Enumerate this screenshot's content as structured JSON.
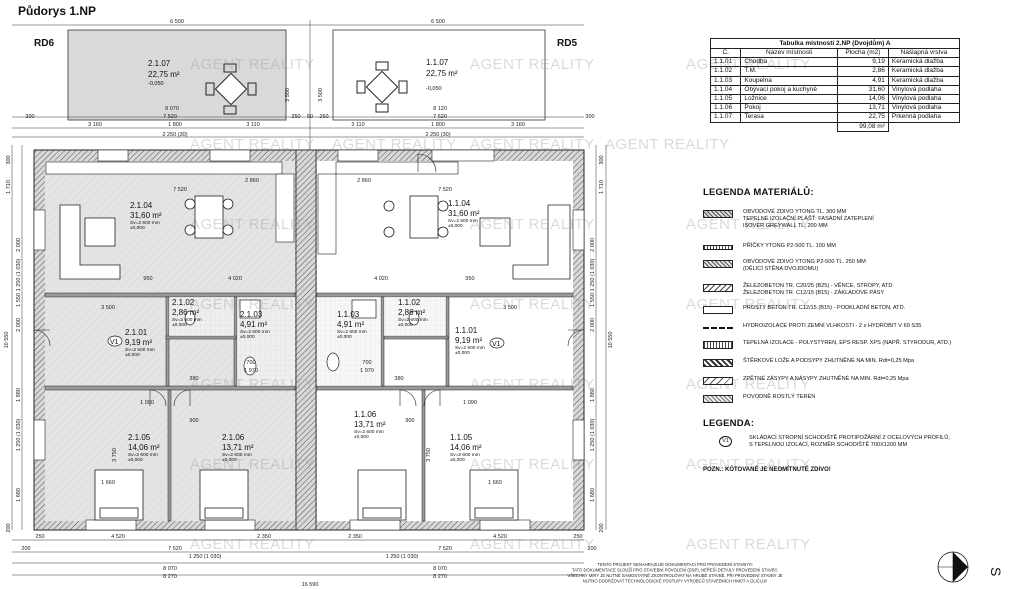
{
  "title": "Půdorys 1.NP",
  "houses": {
    "left": "RD6",
    "right": "RD5"
  },
  "watermark": "AGENT REALITY",
  "terraces": [
    {
      "id": "2.1.07",
      "area": "22,75 m²",
      "level": "-0,050"
    },
    {
      "id": "1.1.07",
      "area": "22,75 m²",
      "level": "-0,050"
    }
  ],
  "rooms": [
    {
      "id": "2.1.04",
      "area": "31,60 m²",
      "sv": "Sv=2 600 mm",
      "level": "±0,000"
    },
    {
      "id": "1.1.04",
      "area": "31,60 m²",
      "sv": "Sv=2 600 mm",
      "level": "±0,000"
    },
    {
      "id": "2.1.02",
      "area": "2,86 m²",
      "sv": "Sv=2 600 mm",
      "level": "±0,000"
    },
    {
      "id": "2.1.03",
      "area": "4,91 m²",
      "sv": "Sv=2 600 mm",
      "level": "±0,000"
    },
    {
      "id": "1.1.03",
      "area": "4,91 m²",
      "sv": "Sv=2 600 mm",
      "level": "±0,000"
    },
    {
      "id": "1.1.02",
      "area": "2,86 m²",
      "sv": "Sv=2 600 mm",
      "level": "±0,000"
    },
    {
      "id": "2.1.01",
      "area": "9,19 m²",
      "sv": "Sv=2 600 mm",
      "level": "±0,000"
    },
    {
      "id": "1.1.01",
      "area": "9,19 m²",
      "sv": "Sv=2 600 mm",
      "level": "±0,000"
    },
    {
      "id": "2.1.05",
      "area": "14,06 m²",
      "sv": "Sv=2 600 mm",
      "level": "±0,000"
    },
    {
      "id": "2.1.06",
      "area": "13,71 m²",
      "sv": "Sv=2 600 mm",
      "level": "±0,000"
    },
    {
      "id": "1.1.06",
      "area": "13,71 m²",
      "sv": "Sv=2 600 mm",
      "level": "±0,000"
    },
    {
      "id": "1.1.05",
      "area": "14,06 m²",
      "sv": "Sv=2 600 mm",
      "level": "±0,000"
    }
  ],
  "stair_tag": "V1",
  "dims_top": [
    "6 500",
    "6 500",
    "3 160",
    "1 800",
    "3 110",
    "3 110",
    "1 800",
    "3 160",
    "8 070",
    "8 120",
    "7 520",
    "7 520",
    "2 250 (30)",
    "2 250 (30)",
    "300",
    "250",
    "50",
    "250",
    "300",
    "3 500",
    "3 500"
  ],
  "dims_bottom": [
    "4 520",
    "2 350",
    "2 350",
    "4 520",
    "7 520",
    "7 520",
    "1 250 (1 030)",
    "1 250 (1 030)",
    "8 070",
    "8 070",
    "8 270",
    "8 270",
    "16 590",
    "200",
    "200",
    "250",
    "250"
  ],
  "dims_inner": [
    "7 520",
    "7 520",
    "2 860",
    "2 860",
    "4 020",
    "4 020",
    "3 500",
    "3 500",
    "950",
    "950",
    "1 970",
    "1 970",
    "700",
    "700",
    "380",
    "380",
    "900",
    "900",
    "1 090",
    "1 090",
    "1 660",
    "1 660",
    "3 750",
    "3 750"
  ],
  "dims_left": [
    "300",
    "1 710",
    "2 000",
    "1 250 (1 030)",
    "1 550",
    "2 000",
    "10 550",
    "1 880",
    "1 250 (1 030)",
    "1 680",
    "200"
  ],
  "dims_right": [
    "300",
    "1 710",
    "2 000",
    "1 250 (1 030)",
    "1 550",
    "2 000",
    "10 550",
    "1 880",
    "1 250 (1 030)",
    "1 680",
    "200"
  ],
  "table": {
    "title": "Tabulka místností 2.NP (Dvojdům) A",
    "headers": [
      "Č.",
      "Název místnosti",
      "Plocha (m2)",
      "Nášlapná vrstva"
    ],
    "rows": [
      [
        "1.1.01",
        "Chodba",
        "9,19",
        "Keramická dlažba"
      ],
      [
        "1.1.02",
        "T.M.",
        "2,86",
        "Keramická dlažba"
      ],
      [
        "1.1.03",
        "Koupelna",
        "4,91",
        "Keramická dlažba"
      ],
      [
        "1.1.04",
        "Obývací pokoj a kuchyně",
        "31,60",
        "Vinylová podlaha"
      ],
      [
        "1.1.05",
        "Ložnice",
        "14,06",
        "Vinylová podlaha"
      ],
      [
        "1.1.06",
        "Pokoj",
        "13,71",
        "Vinylová podlaha"
      ],
      [
        "1.1.07",
        "Terasa",
        "22,75",
        "Prkenná podlaha"
      ]
    ],
    "total": "99,08 m²"
  },
  "materials_legend": {
    "title": "LEGENDA MATERIÁLŮ:",
    "items": [
      "OBVODOVÉ ZDIVO YTONG TL. 300 MM\nTEPELNÉ IZOLAČNÍ PLÁŠŤ: FASÁDNÍ ZATEPLENÍ\nISOVER GREYWALL TL. 200 MM",
      "PŘÍČKY YTONG P2-500 TL. 100 MM",
      "OBVODOVÉ ZDIVO YTONG P2-500 TL. 250 MM\n(DĚLICÍ STĚNA DVOJDOMU)",
      "ŽELEZOBETON TR. C20/25 (B25) - VĚNCE, STROPY, ATD.\nŽELEZOBETON TR. C12/15 (B15) - ZÁKLADOVÉ PÁSY",
      "PROSTÝ BETON TR. C12/15 (B15) - PODKLADNÍ BETON, ATD.",
      "HYDROIZOLACE PROTI ZEMNÍ VLHKOSTI - 2 x HYDROBIT V 60 S35",
      "TEPELNÁ IZOLACE - POLYSTYREN, EPS RESP. XPS (NAPŘ. STYRODUR, ATD.)",
      "ŠTĚRKOVÉ LOŽE A PODSYPY ZHUTNĚNÉ NA MIN. Rdt=0,25 Mpa",
      "ZPĚTNÉ ZÁSYPY A NÁSYPY ZHUTNĚNÉ NA MIN. Rdt=0,25 Mpa",
      "POVODNĚ ROSTLÝ TERÉN"
    ]
  },
  "legend": {
    "title": "LEGENDA:",
    "symbol": "V1",
    "text": "SKLÁDACÍ STROPNÍ SCHODIŠTĚ PROTIPOŽÁRNÍ Z OCELOVÝCH PROFILŮ,\nS TEPELNOU IZOLACÍ, ROZMĚR SCHODIŠTĚ 700X1200 MM",
    "note": "POZN.: KÓTOVANÉ JE NEOMÍTNUTÉ ZDIVO!"
  },
  "footer_note": "TENTO PROJEKT NENAHRAZUJE DOKUMENTACI PRO PROVEDENÍ STAVBY!!!\nTATO DOKUMENTACE SLOUŽÍ PRO STAVEBNÍ POVOLENÍ (DSP), NEŘEŠÍ DETAILY PROVEDENÍ STAVBY.\nVŠECHNY MÍRY JE NUTNÉ SAMOSTATNĚ ZKONTROLOVAT NA HRUBÉ STAVBĚ. PŘI PROVEDENÍ STAVBY JE\nNUTNO DODRŽOVAT TECHNOLOGICKÉ POSTUPY VÝROBCŮ STAVEBNÍCH HMOT A OLIČUJ!!",
  "north": "S"
}
